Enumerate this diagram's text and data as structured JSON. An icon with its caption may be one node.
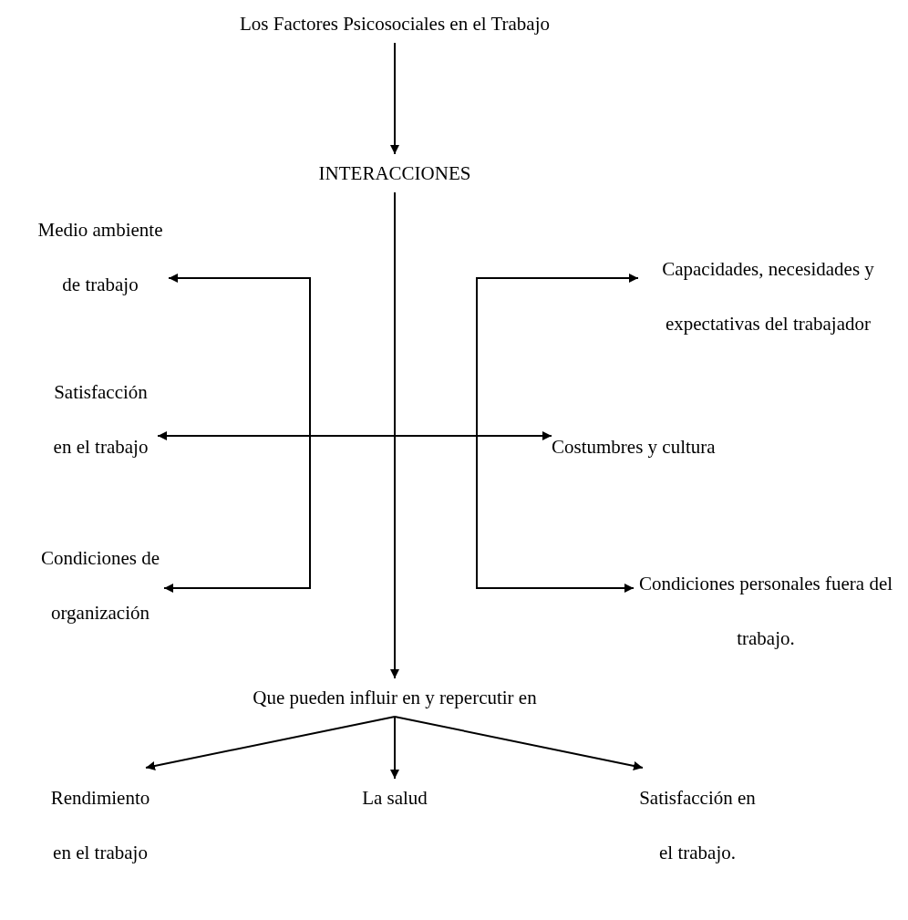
{
  "diagram": {
    "nodes": [
      {
        "text": [
          "Los Factores Psicosociales en el Trabajo"
        ]
      },
      {
        "text": [
          "INTERACCIONES"
        ]
      },
      {
        "text": [
          "Medio ambiente de trabajo"
        ]
      },
      {
        "text": [
          "Capacidades, necesidades y expectativas del trabajador"
        ]
      },
      {
        "text": [
          "Satisfacción en el trabajo"
        ]
      },
      {
        "text": [
          "Costumbres y cultura"
        ]
      },
      {
        "text": [
          "Condiciones de organización"
        ]
      },
      {
        "text": [
          "Condiciones personales fuera del trabajo."
        ]
      },
      {
        "text": [
          "Que pueden influir en y repercutir en"
        ]
      },
      {
        "text": [
          "Rendimiento en el trabajo"
        ]
      },
      {
        "text": [
          "La salud"
        ]
      },
      {
        "text": [
          "Satisfacción en el trabajo."
        ]
      }
    ],
    "edges": [
      {
        "from": 0,
        "to": 1,
        "arrow": "to"
      },
      {
        "from": 1,
        "to": 8,
        "arrow": "to"
      },
      {
        "from": 4,
        "to": 5,
        "arrow": "both"
      },
      {
        "from": null,
        "to": 2,
        "arrow": "to"
      },
      {
        "from": null,
        "to": 6,
        "arrow": "to"
      },
      {
        "from": null,
        "to": 3,
        "arrow": "to"
      },
      {
        "from": null,
        "to": 7,
        "arrow": "to"
      },
      {
        "from": 8,
        "to": 9,
        "arrow": "to"
      },
      {
        "from": 8,
        "to": 10,
        "arrow": "to"
      },
      {
        "from": 8,
        "to": 11,
        "arrow": "to"
      }
    ]
  }
}
